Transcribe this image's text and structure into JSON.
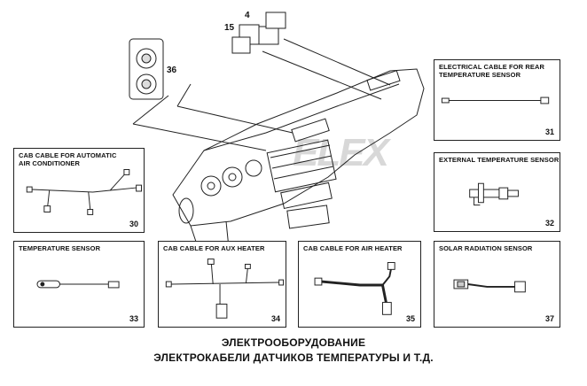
{
  "watermark": "ELEX",
  "callouts": {
    "c4": "4",
    "c15": "15",
    "c36": "36"
  },
  "panels": {
    "p31": {
      "title": "ELECTRICAL CABLE FOR REAR\nTEMPERATURE SENSOR",
      "number": "31"
    },
    "p30": {
      "title": "CAB CABLE FOR AUTOMATIC\nAIR CONDITIONER",
      "number": "30"
    },
    "p32": {
      "title": "EXTERNAL TEMPERATURE SENSOR",
      "number": "32"
    },
    "p33": {
      "title": "TEMPERATURE SENSOR",
      "number": "33"
    },
    "p34": {
      "title": "CAB CABLE FOR AUX HEATER",
      "number": "34"
    },
    "p35": {
      "title": "CAB CABLE FOR AIR HEATER",
      "number": "35"
    },
    "p37": {
      "title": "SOLAR RADIATION SENSOR",
      "number": "37"
    }
  },
  "footer": {
    "line1": "ЭЛЕКТРООБОРУДОВАНИЕ",
    "line2": "ЭЛЕКТРОКАБЕЛИ ДАТЧИКОВ ТЕМПЕРАТУРЫ И Т.Д."
  }
}
